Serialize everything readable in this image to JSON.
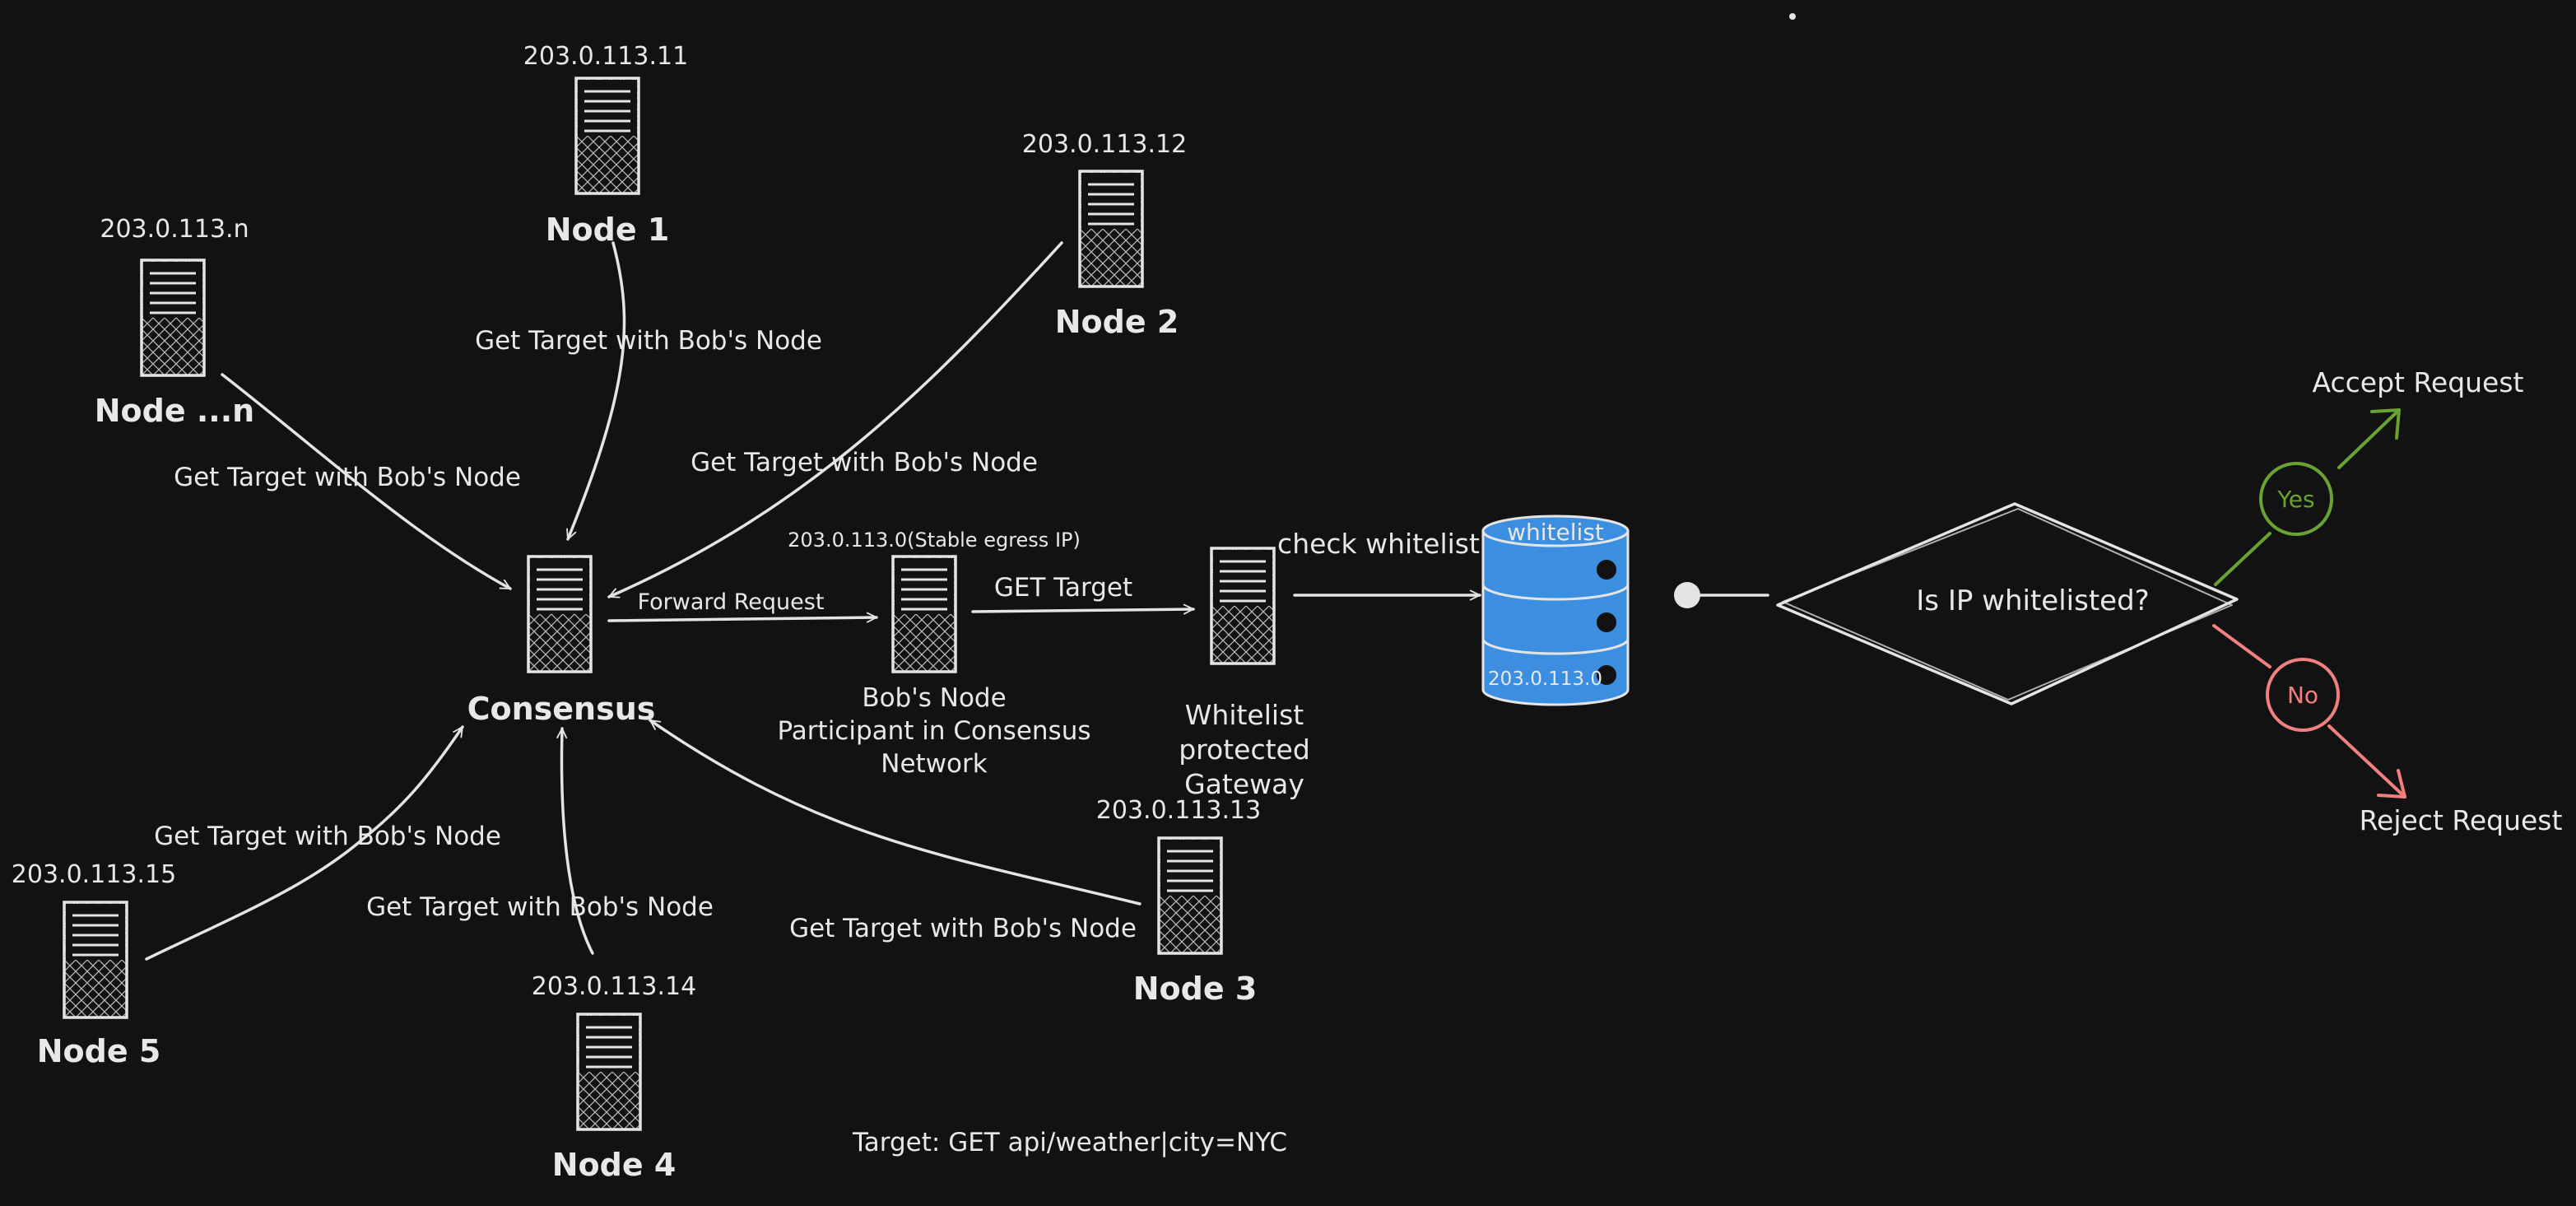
{
  "colors": {
    "background": "#121212",
    "stroke": "#e4e4e4",
    "db_fill": "#3b8ee0",
    "yes": "#6aa232",
    "no": "#f08080"
  },
  "servers": {
    "node1": {
      "label": "Node 1",
      "ip": "203.0.113.11"
    },
    "node2": {
      "label": "Node 2",
      "ip": "203.0.113.12"
    },
    "noden": {
      "label": "Node ...n",
      "ip": "203.0.113.n"
    },
    "node3": {
      "label": "Node 3",
      "ip": "203.0.113.13"
    },
    "node4": {
      "label": "Node 4",
      "ip": "203.0.113.14"
    },
    "node5": {
      "label": "Node 5",
      "ip": "203.0.113.15"
    },
    "consensus": {
      "label": "Consensus"
    },
    "bobs_node": {
      "ip": "203.0.113.0(Stable egress IP)",
      "label_lines": [
        "Bob's Node",
        "Participant in Consensus",
        "Network"
      ]
    },
    "gateway": {
      "label_lines": [
        "Whitelist",
        "protected",
        "Gateway"
      ]
    }
  },
  "edges": {
    "node1": "Get Target with Bob's Node",
    "node2": "Get Target with Bob's Node",
    "noden": "Get Target with Bob's Node",
    "node3": "Get Target with Bob's Node",
    "node4": "Get Target with Bob's Node",
    "node5": "Get Target with Bob's Node",
    "forward": "Forward Request",
    "get_target": "GET Target",
    "check": "check whitelist"
  },
  "database": {
    "title": "whitelist",
    "entry": "203.0.113.0"
  },
  "decision": {
    "question": "Is IP whitelisted?",
    "yes": "Yes",
    "no": "No",
    "accept": "Accept Request",
    "reject": "Reject Request"
  },
  "footer": "Target: GET api/weather|city=NYC"
}
